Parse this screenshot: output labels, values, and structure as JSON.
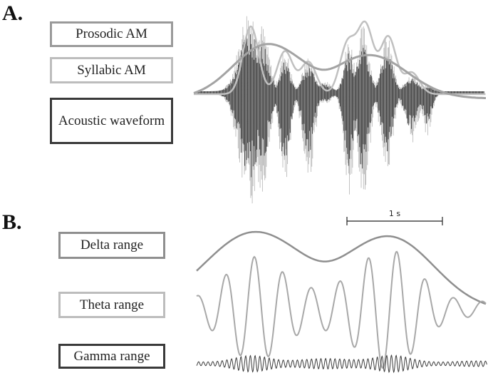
{
  "panel_a": {
    "letter": "A.",
    "labels": {
      "prosodic": "Prosodic AM",
      "syllabic": "Syllabic AM",
      "acoustic": "Acoustic waveform"
    }
  },
  "panel_b": {
    "letter": "B.",
    "labels": {
      "delta": "Delta range",
      "theta": "Theta range",
      "gamma": "Gamma range"
    }
  },
  "scale_bar": {
    "label": "1 s"
  },
  "colors": {
    "prosodic": "#a3a3a3",
    "syllabic": "#c0c0c0",
    "waveform_dark": "#3a3a3a",
    "waveform_light": "#bcbcbc",
    "delta": "#8f8f8f",
    "theta": "#a8a8a8",
    "gamma": "#3c3c3c"
  }
}
